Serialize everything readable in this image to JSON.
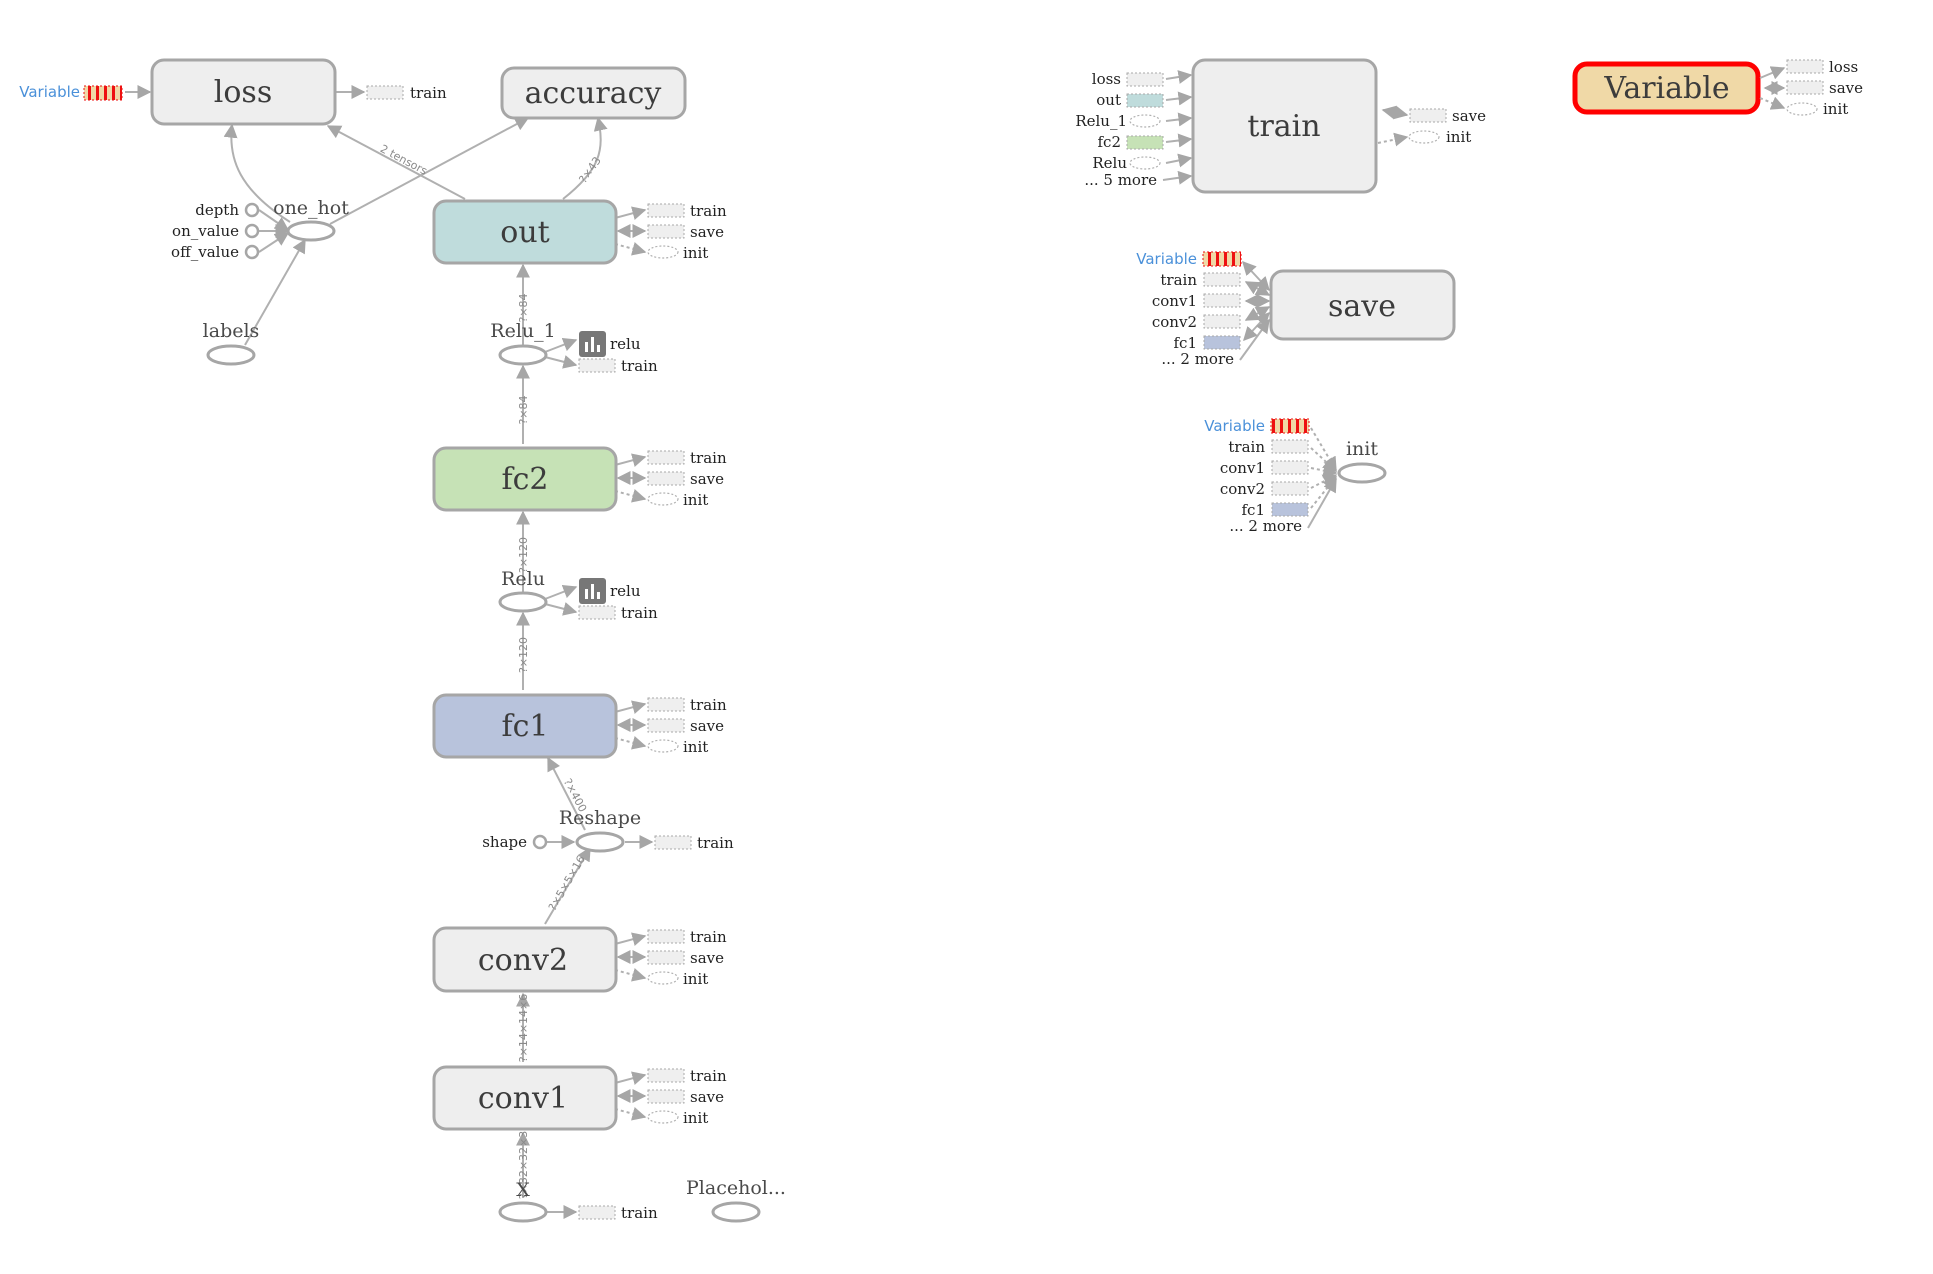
{
  "colors": {
    "node_default": "#eeeeee",
    "node_out": "#bfdcdc",
    "node_fc2": "#c6e2b6",
    "node_fc1": "#b8c3dc",
    "node_variable": "#f0d9a7",
    "selected_border": "#ff0000",
    "variable_link": "#4a90d9",
    "edge": "#b0b0b0",
    "summary_icon": "#777777"
  },
  "main_graph": {
    "loss": "loss",
    "accuracy": "accuracy",
    "out": "out",
    "fc2": "fc2",
    "fc1": "fc1",
    "conv2": "conv2",
    "conv1": "conv1",
    "one_hot": "one_hot",
    "labels": "labels",
    "relu_1": "Relu_1",
    "relu": "Relu",
    "reshape": "Reshape",
    "x": "X",
    "placeholder": "Placehol...",
    "variable_link": "Variable",
    "depth": "depth",
    "on_value": "on_value",
    "off_value": "off_value",
    "shape": "shape",
    "train": "train",
    "save": "save",
    "init": "init",
    "relu_summary": "relu"
  },
  "edge_shapes": {
    "out_to_loss": "2 tensors",
    "out_to_accuracy": "?×43",
    "relu1_to_out": "?×84",
    "fc2_to_relu1": "?×84",
    "relu_to_fc2": "?×120",
    "fc1_to_relu": "?×120",
    "reshape_to_fc1": "?×400",
    "conv2_to_reshape": "?×5×5×16",
    "conv1_to_conv2": "?×14×14×6",
    "x_to_conv1": "?×32×32×3"
  },
  "aux": {
    "train": {
      "title": "train",
      "inputs": [
        "loss",
        "out",
        "Relu_1",
        "fc2",
        "Relu",
        "... 5 more"
      ],
      "outputs": [
        "save",
        "init"
      ]
    },
    "variable": {
      "title": "Variable",
      "outputs": [
        "loss",
        "save",
        "init"
      ]
    },
    "save": {
      "title": "save",
      "inputs": [
        "Variable",
        "train",
        "conv1",
        "conv2",
        "fc1",
        "... 2 more"
      ]
    },
    "init": {
      "title": "init",
      "inputs": [
        "Variable",
        "train",
        "conv1",
        "conv2",
        "fc1",
        "... 2 more"
      ]
    }
  }
}
